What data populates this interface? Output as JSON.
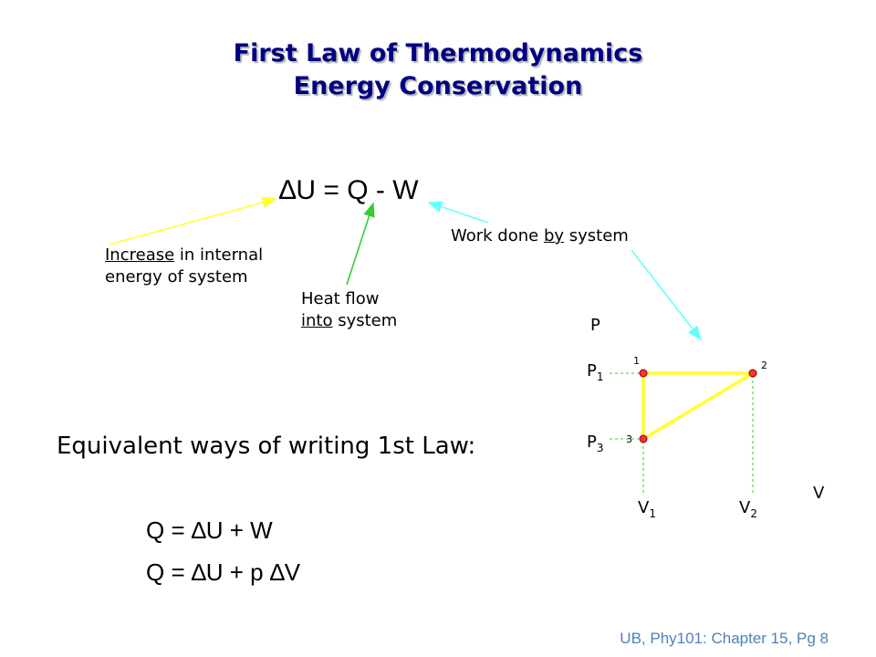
{
  "title": {
    "line1": "First Law of Thermodynamics",
    "line2": "Energy Conservation"
  },
  "main_equation": "∆U = Q - W",
  "labels": {
    "internal_energy_underlined": "Increase",
    "internal_energy_rest": " in internal",
    "internal_energy_line2": "energy of system",
    "heat_line1": "Heat flow",
    "heat_underlined": "into",
    "heat_rest": " system",
    "work_prefix": "Work done ",
    "work_underlined": "by",
    "work_suffix": " system"
  },
  "equivalent_heading": "Equivalent ways of writing 1st Law:",
  "equations": [
    "Q = ∆U + W",
    "Q = ∆U + p ∆V"
  ],
  "graph": {
    "y_axis_label": "P",
    "x_axis_label": "V",
    "p1": "P",
    "p1_sub": "1",
    "p3": "P",
    "p3_sub": "3",
    "v1": "V",
    "v1_sub": "1",
    "v2": "V",
    "v2_sub": "2",
    "points": [
      {
        "label": "1"
      },
      {
        "label": "2"
      },
      {
        "label": "3"
      }
    ],
    "colors": {
      "path": "#ffff33",
      "point": "#ff3333",
      "guide": "#33cc33"
    }
  },
  "arrow_colors": {
    "internal": "#ffff33",
    "heat": "#33cc33",
    "work": "#66ffff"
  },
  "footer": "UB, Phy101: Chapter 15, Pg 8"
}
